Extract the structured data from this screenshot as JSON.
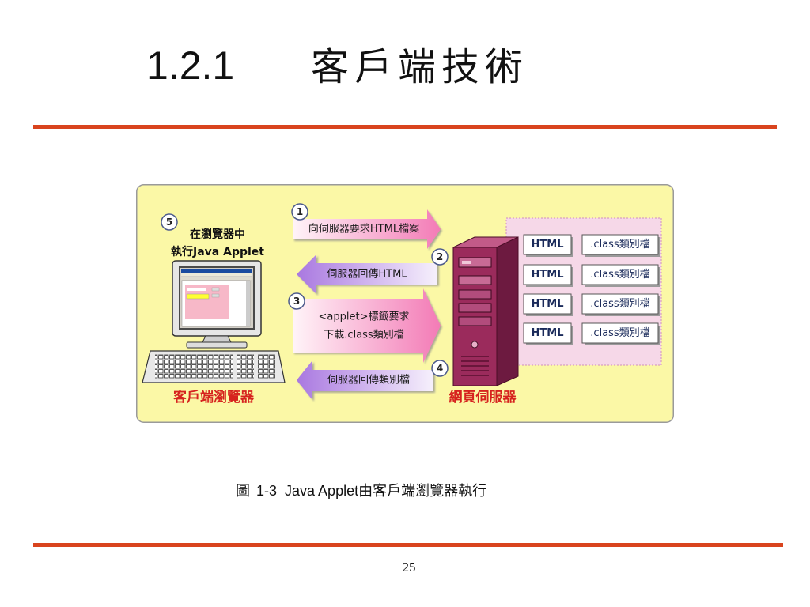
{
  "title": {
    "number": "1.2.1",
    "text": "客戶端技術"
  },
  "diagram": {
    "step5": {
      "number": "5",
      "lines": [
        "在瀏覽器中",
        "執行Java Applet"
      ]
    },
    "client_label": "客戶端瀏覽器",
    "server_label": "網頁伺服器",
    "arrows": [
      {
        "number": "1",
        "lines": [
          "向伺服器要求HTML檔案"
        ]
      },
      {
        "number": "2",
        "lines": [
          "伺服器回傳HTML"
        ]
      },
      {
        "number": "3",
        "lines": [
          "<applet>標籤要求",
          "下載.class類別檔"
        ]
      },
      {
        "number": "4",
        "lines": [
          "伺服器回傳類別檔"
        ]
      }
    ],
    "files": [
      {
        "html": "HTML",
        "class": ".class類別檔"
      },
      {
        "html": "HTML",
        "class": ".class類別檔"
      },
      {
        "html": "HTML",
        "class": ".class類別檔"
      },
      {
        "html": "HTML",
        "class": ".class類別檔"
      }
    ],
    "icons": {
      "client": "computer-monitor-icon",
      "input": "keyboard-icon",
      "server": "server-tower-icon"
    }
  },
  "caption": {
    "figure": "圖",
    "label": "1-3  Java Applet",
    "text": "由客戶端瀏覽器執行"
  },
  "page_number": "25",
  "colors": {
    "rule": "#d9441e",
    "diagram_background": "#fbf8a6",
    "label_red": "#d6221e",
    "request_arrow": "#f37bb6",
    "response_arrow": "#a978e0",
    "server": "#9b2b5c",
    "file_area": "#f6d8e8"
  }
}
